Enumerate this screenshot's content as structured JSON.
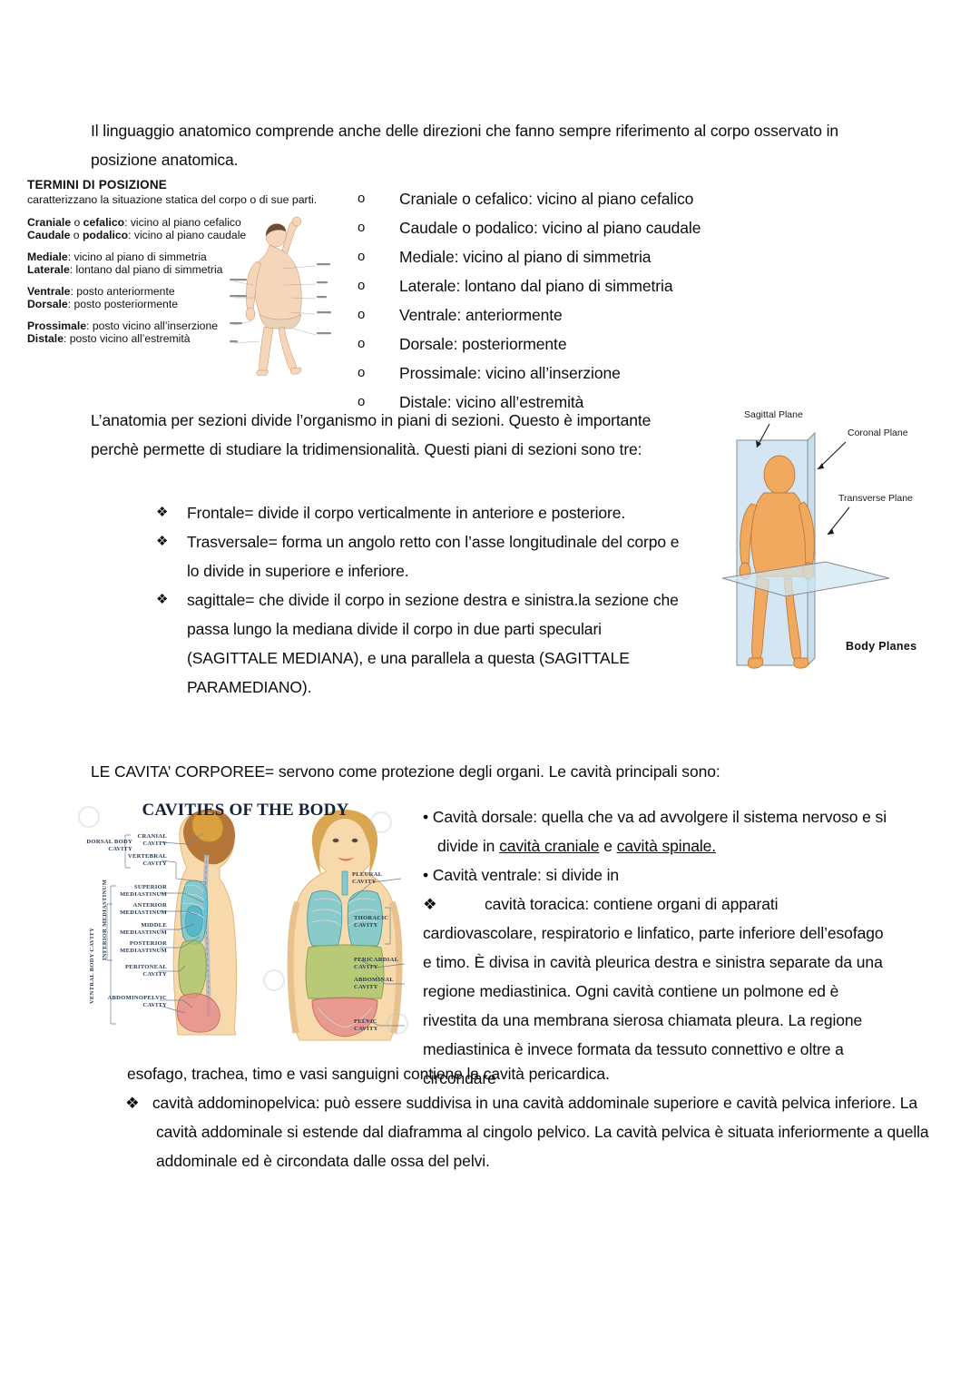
{
  "document": {
    "intro_paragraph": "Il linguaggio anatomico comprende anche delle direzioni che fanno sempre riferimento al corpo osservato in posizione anatomica.",
    "directions_list": [
      {
        "bullet": "o",
        "text": "Craniale o cefalico: vicino al piano cefalico"
      },
      {
        "bullet": "o",
        "text": "Caudale o podalico: vicino al piano caudale"
      },
      {
        "bullet": "o",
        "text": "Mediale: vicino al piano di simmetria"
      },
      {
        "bullet": "o",
        "text": "Laterale: lontano dal piano di simmetria"
      },
      {
        "bullet": "o",
        "text": "Ventrale: anteriormente"
      },
      {
        "bullet": "o",
        "text": "Dorsale: posteriormente"
      },
      {
        "bullet": "o",
        "text": "Prossimale: vicino all’inserzione"
      },
      {
        "bullet": "o",
        "text": "Distale: vicino all’estremità"
      }
    ],
    "planes_paragraph": "L’anatomia per sezioni divide l’organismo in piani di sezioni. Questo è importante perchè permette di studiare la tridimensionalità. Questi piani di sezioni sono tre:",
    "planes_list": [
      {
        "bullet": "❖",
        "text": "Frontale= divide il corpo verticalmente in anteriore e posteriore."
      },
      {
        "bullet": "❖",
        "text": "Trasversale= forma un angolo retto con l’asse longitudinale del corpo e lo divide in superiore e inferiore."
      },
      {
        "bullet": "❖",
        "text": "sagittale= che divide il corpo in sezione destra e sinistra.la sezione che passa lungo la mediana divide il corpo in due parti speculari (SAGITTALE MEDIANA), e una parallela a questa (SAGITTALE PARAMEDIANO)."
      }
    ],
    "cavities_heading": "LE CAVITA’ CORPOREE= servono come protezione degli organi. Le cavità principali sono:",
    "cavities_bullet_1_pre": "Cavità dorsale: quella che va ad avvolgere il sistema nervoso e si divide in ",
    "cavities_bullet_1_u1": "cavità craniale",
    "cavities_bullet_1_mid": " e ",
    "cavities_bullet_1_u2": "cavità spinale.",
    "cavities_bullet_2": "Cavità ventrale: si divide in",
    "cavities_toracica": "cavità toracica: contiene organi di apparati cardiovascolare, respiratorio e linfatico, parte inferiore dell’esofago e timo. È divisa in cavità pleurica destra e sinistra separate da una regione mediastinica. Ogni cavità contiene un polmone ed è rivestita da una membrana sierosa chiamata pleura. La regione mediastinica è invece formata da tessuto connettivo e oltre a circondare",
    "cavities_toracica_overflow": "esofago, trachea, timo e vasi sanguigni contiene la cavità pericardica.",
    "cavities_addominopelvica": "cavità addominopelvica: può essere suddivisa in una cavità addominale superiore e cavità pelvica inferiore. La cavità addominale si estende dal diaframma al cingolo pelvico. La cavità pelvica è situata inferiormente a quella addominale ed è circondata dalle ossa del pelvi."
  },
  "figure_terms": {
    "title": "TERMINI DI POSIZIONE",
    "subtitle": "caratterizzano la situazione statica del corpo o di sue parti.",
    "rows": [
      {
        "bold1": "Craniale",
        "plain1": " o ",
        "bold2": "cefalico",
        "rest": ": vicino al piano cefalico"
      },
      {
        "bold1": "Caudale",
        "plain1": " o ",
        "bold2": "podalico",
        "rest": ": vicino al piano caudale"
      },
      {
        "bold1": "Mediale",
        "plain1": "",
        "bold2": "",
        "rest": ": vicino al piano di simmetria"
      },
      {
        "bold1": "Laterale",
        "plain1": "",
        "bold2": "",
        "rest": ": lontano dal piano di simmetria"
      },
      {
        "bold1": "Ventrale",
        "plain1": "",
        "bold2": "",
        "rest": ": posto anteriormente"
      },
      {
        "bold1": "Dorsale",
        "plain1": "",
        "bold2": "",
        "rest": ": posto posteriormente"
      },
      {
        "bold1": "Prossimale",
        "plain1": "",
        "bold2": "",
        "rest": ": posto vicino all’inserzione"
      },
      {
        "bold1": "Distale",
        "plain1": "",
        "bold2": "",
        "rest": ": posto vicino all’estremità"
      }
    ]
  },
  "figure_planes": {
    "title": "Body Planes",
    "labels": [
      {
        "text": "Sagittal Plane"
      },
      {
        "text": "Coronal Plane"
      },
      {
        "text": "Transverse Plane"
      }
    ],
    "colors": {
      "plane": "#bcd9e8",
      "body": "#f0b377",
      "outline": "#8a8a8a"
    }
  },
  "figure_cavities": {
    "title": "CAVITIES OF THE BODY",
    "left_labels": [
      {
        "text": "DORSAL BODY\nCAVITY"
      },
      {
        "text": "CRANIAL\nCAVITY"
      },
      {
        "text": "VERTEBRAL\nCAVITY"
      },
      {
        "text": "SUPERIOR\nMEDIASTINUM"
      },
      {
        "text": "ANTERIOR\nMEDIASTINUM"
      },
      {
        "text": "MIDDLE\nMEDIASTINUM"
      },
      {
        "text": "POSTERIOR\nMEDIASTINUM"
      },
      {
        "text": "PERITONEAL\nCAVITY"
      },
      {
        "text": "ABDOMINOPELVIC\nCAVITY"
      }
    ],
    "vertical_labels": [
      {
        "text": "VENTRAL BODY CAVITY"
      },
      {
        "text": "INFERIOR MEDIASTINUM"
      }
    ],
    "right_labels": [
      {
        "text": "PLEURAL\nCAVITY"
      },
      {
        "text": "THORACIC\nCAVITY"
      },
      {
        "text": "PERICARDIAL\nCAVITY"
      },
      {
        "text": "ABDOMINAL\nCAVITY"
      },
      {
        "text": "PELVIC\nCAVITY"
      }
    ],
    "colors": {
      "cranial": "#d9a13c",
      "thoracic": "#5fc3d4",
      "abdominal": "#a8c46a",
      "pelvic": "#e58a8a",
      "skin": "#f6cfa0"
    }
  }
}
